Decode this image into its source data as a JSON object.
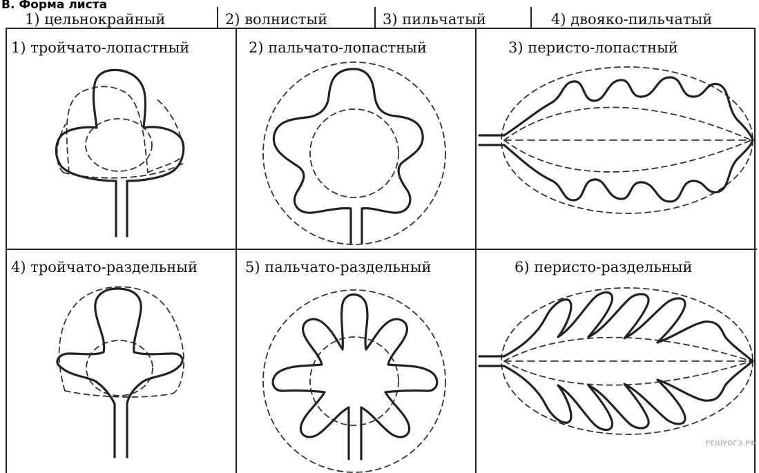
{
  "section_title": "В. Форма листа",
  "edge_types": [
    {
      "label": "1) цельнокрайный"
    },
    {
      "label": "2) волнистый"
    },
    {
      "label": "3) пильчатый"
    },
    {
      "label": "4) двояко-пильчатый"
    }
  ],
  "leaf_shapes": [
    {
      "label": "1) тройчато-лопастный"
    },
    {
      "label": "2) пальчато-лопастный"
    },
    {
      "label": "3) перисто-лопастный"
    },
    {
      "label": "4) тройчато-раздельный"
    },
    {
      "label": "5) пальчато-раздельный"
    },
    {
      "label": "6) перисто-раздельный"
    }
  ],
  "watermark": "РЕШУОГЭ.РФ",
  "colors": {
    "line": "#222222",
    "dashed": "#333333"
  }
}
